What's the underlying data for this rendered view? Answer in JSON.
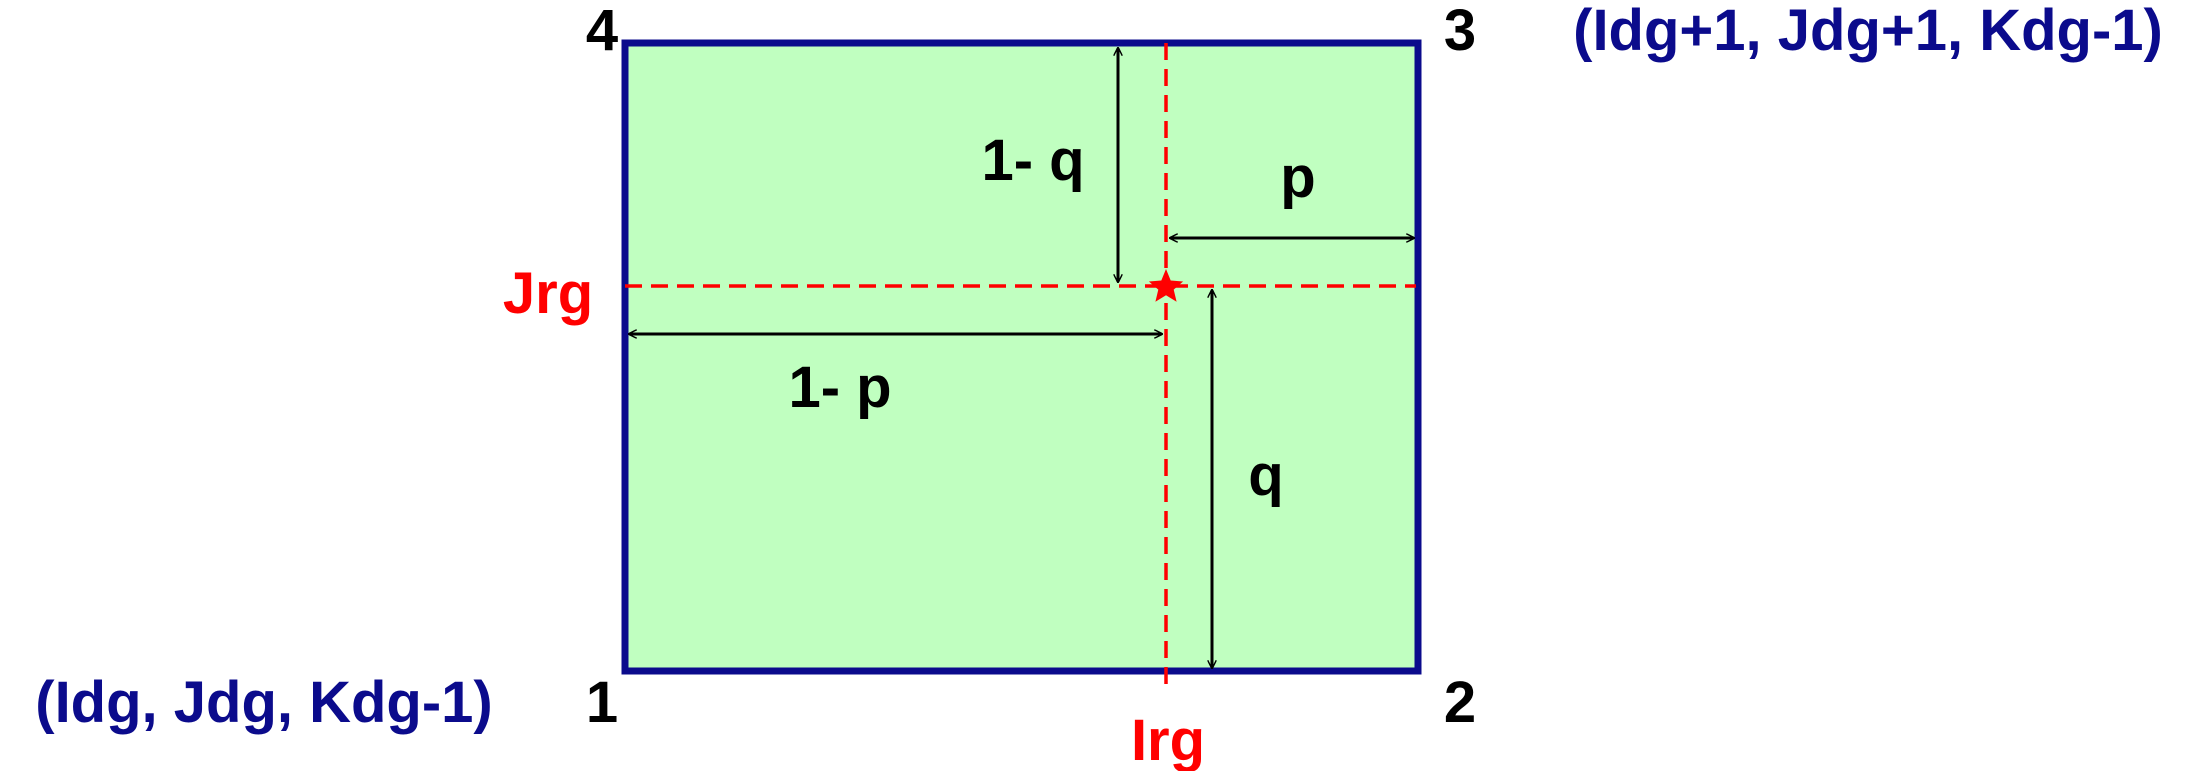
{
  "corners": {
    "c1": "1",
    "c2": "2",
    "c3": "3",
    "c4": "4"
  },
  "coords": {
    "bottom_left": "(Idg, Jdg, Kdg-1)",
    "top_right": "(Idg+1, Jdg+1, Kdg-1)"
  },
  "grid_labels": {
    "jrg": "Jrg",
    "irg": "Irg"
  },
  "fractions": {
    "one_minus_q": "1- q",
    "p": "p",
    "one_minus_p": "1- p",
    "q": "q"
  },
  "colors": {
    "cell_fill": "#c0ffc0",
    "cell_border": "#0b0b8c",
    "grid_line": "#ff0000",
    "arrow": "#000000"
  },
  "icons": {
    "point_marker": "star-icon"
  }
}
